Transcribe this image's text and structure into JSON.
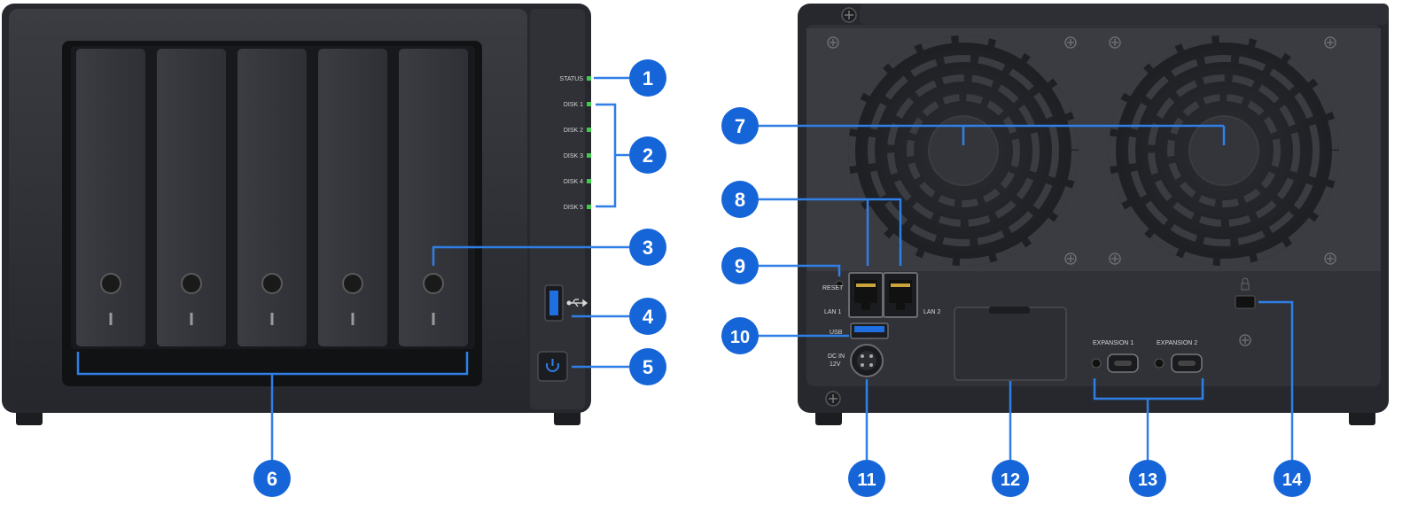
{
  "front": {
    "led_labels": [
      "STATUS",
      "DISK 1",
      "DISK 2",
      "DISK 3",
      "DISK 4",
      "DISK 5"
    ],
    "usb_icon": "usb-icon",
    "power_icon": "power-icon",
    "led_color": "#3ecb4a"
  },
  "rear": {
    "labels": {
      "reset": "RESET",
      "lan1": "LAN 1",
      "lan2": "LAN 2",
      "usb": "USB",
      "dc_in": "DC IN",
      "dc_v": "12V",
      "expansion1": "EXPANSION 1",
      "expansion2": "EXPANSION 2"
    }
  },
  "callouts": [
    "1",
    "2",
    "3",
    "4",
    "5",
    "6",
    "7",
    "8",
    "9",
    "10",
    "11",
    "12",
    "13",
    "14"
  ],
  "colors": {
    "callout_blue": "#1565d8",
    "line_blue": "#2f7fe6",
    "chassis": "#2b2d33",
    "bay": "#33353b"
  }
}
